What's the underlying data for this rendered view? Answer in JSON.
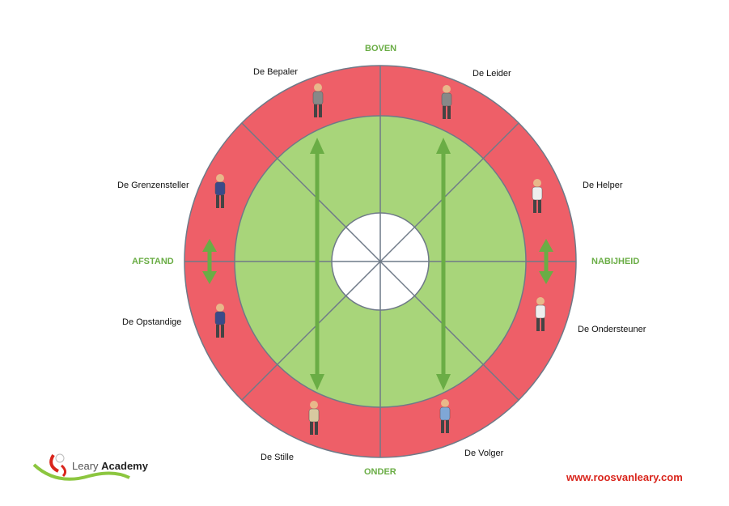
{
  "axes": {
    "top": "BOVEN",
    "bottom": "ONDER",
    "left": "AFSTAND",
    "right": "NABIJHEID"
  },
  "roles": [
    "De Bepaler",
    "De Leider",
    "De Helper",
    "De Ondersteuner",
    "De Volger",
    "De Stille",
    "De Opstandige",
    "De Grenzensteller"
  ],
  "logo": {
    "name_light": "Leary",
    "name_bold": "Academy"
  },
  "website": "www.roosvanleary.com",
  "colors": {
    "outer_ring": "#ee5f68",
    "inner_ring": "#a8d57a",
    "arrows": "#6aad45",
    "lines": "#6f7a88"
  }
}
